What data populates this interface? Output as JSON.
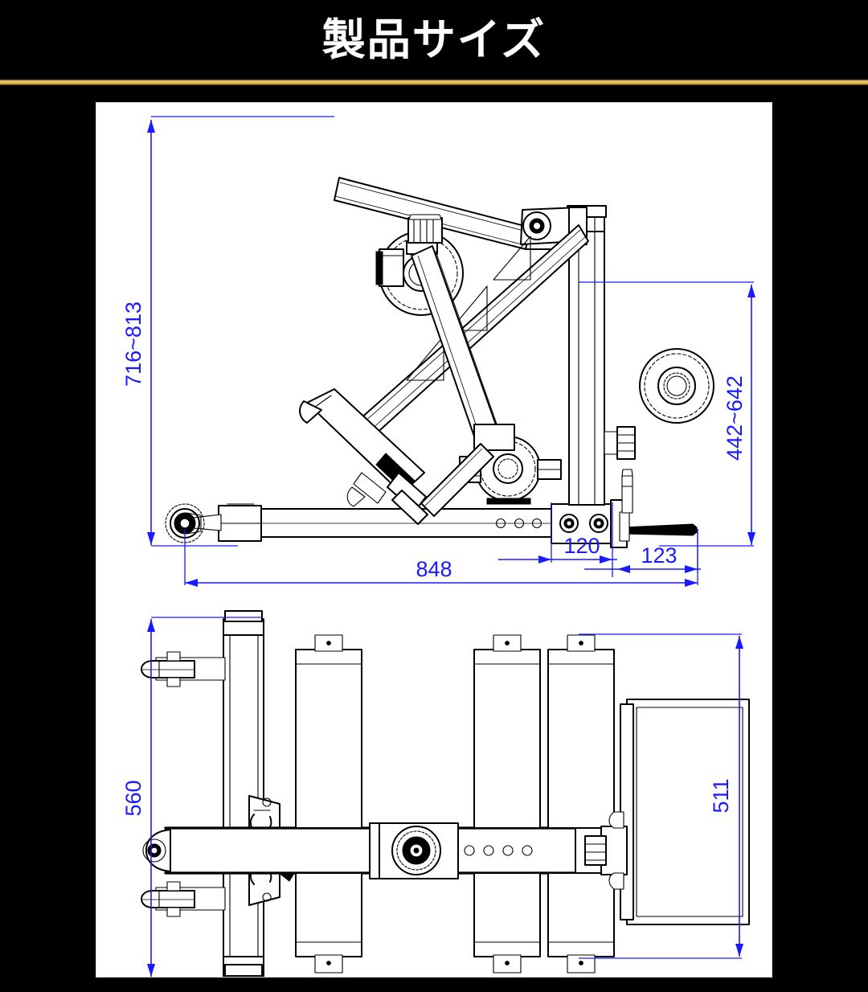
{
  "header": {
    "title": "製品サイズ",
    "title_color": "#ffffff",
    "background_color": "#000000",
    "rule_color": "#e8c264"
  },
  "panel": {
    "background_color": "#ffffff",
    "drawing_line_color": "#000000",
    "dimension_color": "#1a1aff"
  },
  "drawing": {
    "type": "technical-dimension-drawing",
    "units": "mm",
    "views": [
      {
        "name": "side-view",
        "position": "top"
      },
      {
        "name": "plan-view",
        "position": "bottom"
      }
    ]
  },
  "dimensions": {
    "side_view": [
      {
        "id": "height-range",
        "label": "716~813",
        "orientation": "vertical",
        "side": "left"
      },
      {
        "id": "pivot-height-range",
        "label": "442~642",
        "orientation": "vertical",
        "side": "right"
      },
      {
        "id": "overall-length",
        "label": "848",
        "orientation": "horizontal",
        "side": "bottom"
      },
      {
        "id": "rear-offset",
        "label": "120",
        "orientation": "horizontal",
        "side": "bottom"
      },
      {
        "id": "foot-extension",
        "label": "123",
        "orientation": "horizontal",
        "side": "bottom"
      }
    ],
    "plan_view": [
      {
        "id": "overall-width",
        "label": "560",
        "orientation": "vertical",
        "side": "left"
      },
      {
        "id": "platform-width",
        "label": "511",
        "orientation": "vertical",
        "side": "right"
      }
    ]
  }
}
